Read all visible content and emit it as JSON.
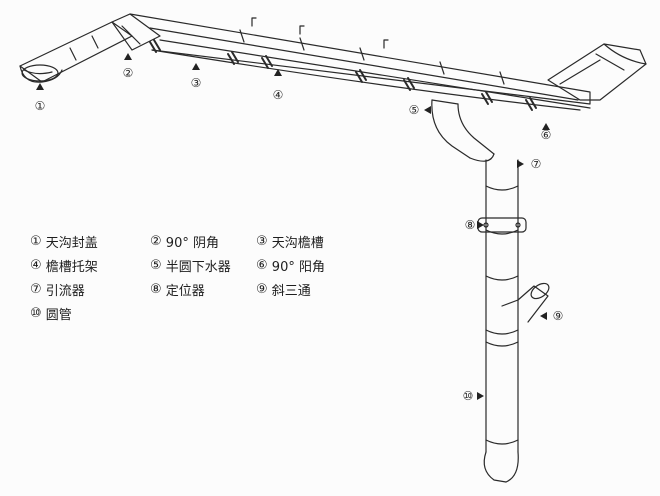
{
  "diagram": {
    "callouts": [
      {
        "id": "c1",
        "number": "①"
      },
      {
        "id": "c2",
        "number": "②"
      },
      {
        "id": "c3",
        "number": "③"
      },
      {
        "id": "c4",
        "number": "④"
      },
      {
        "id": "c5",
        "number": "⑤"
      },
      {
        "id": "c6",
        "number": "⑥"
      },
      {
        "id": "c7",
        "number": "⑦"
      },
      {
        "id": "c8",
        "number": "⑧"
      },
      {
        "id": "c9",
        "number": "⑨"
      },
      {
        "id": "c10",
        "number": "⑩"
      }
    ],
    "legend": [
      {
        "number": "①",
        "name": "天沟封盖"
      },
      {
        "number": "②",
        "name": "90° 阴角"
      },
      {
        "number": "③",
        "name": "天沟檐槽"
      },
      {
        "number": "④",
        "name": "檐槽托架"
      },
      {
        "number": "⑤",
        "name": "半圆下水器"
      },
      {
        "number": "⑥",
        "name": "90° 阳角"
      },
      {
        "number": "⑦",
        "name": "引流器"
      },
      {
        "number": "⑧",
        "name": "定位器"
      },
      {
        "number": "⑨",
        "name": "斜三通"
      },
      {
        "number": "⑩",
        "name": "圆管"
      }
    ]
  }
}
